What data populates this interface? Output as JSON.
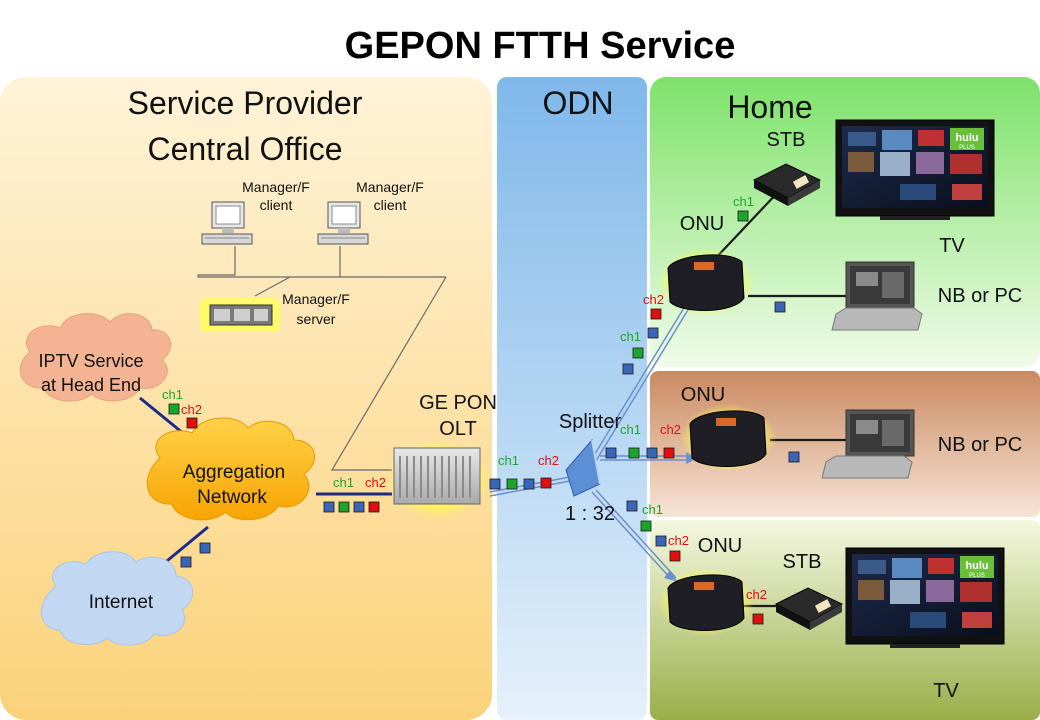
{
  "title": "GEPON FTTH Service",
  "zones": {
    "provider_line1": "Service Provider",
    "provider_line2": "Central Office",
    "odn": "ODN",
    "home": "Home"
  },
  "nodes": {
    "manager_client_1_l1": "Manager/F",
    "manager_client_1_l2": "client",
    "manager_client_2_l1": "Manager/F",
    "manager_client_2_l2": "client",
    "manager_server_l1": "Manager/F",
    "manager_server_l2": "server",
    "iptv_l1": "IPTV Service",
    "iptv_l2": "at Head End",
    "aggregation_l1": "Aggregation",
    "aggregation_l2": "Network",
    "internet": "Internet",
    "olt_l1": "GE PON",
    "olt_l2": "OLT",
    "splitter": "Splitter",
    "split_ratio": "1 : 32",
    "onu_1": "ONU",
    "onu_2": "ONU",
    "onu_3": "ONU",
    "stb_1": "STB",
    "stb_2": "STB",
    "tv_1": "TV",
    "tv_2": "TV",
    "nbpc_1": "NB or PC",
    "nbpc_2": "NB or PC",
    "screen_brand_1": "hulu",
    "screen_brand_1_sub": "PLUS",
    "screen_brand_2": "hulu",
    "screen_brand_2_sub": "PLUS"
  },
  "channels": {
    "ch1": "ch1",
    "ch2": "ch2"
  },
  "colors": {
    "provider_bg": "#fde3a8",
    "odn_bg": "#9fcaf0",
    "home1_bg": "#9be58a",
    "home2_bg": "#e8c0a0",
    "home3_bg": "#d9e6a0",
    "ch1_green": "#1ca52a",
    "ch2_red": "#e01010",
    "packet_blue": "#3a66b8",
    "link_navy": "#1e2a8a",
    "glow": "#ffff40"
  }
}
